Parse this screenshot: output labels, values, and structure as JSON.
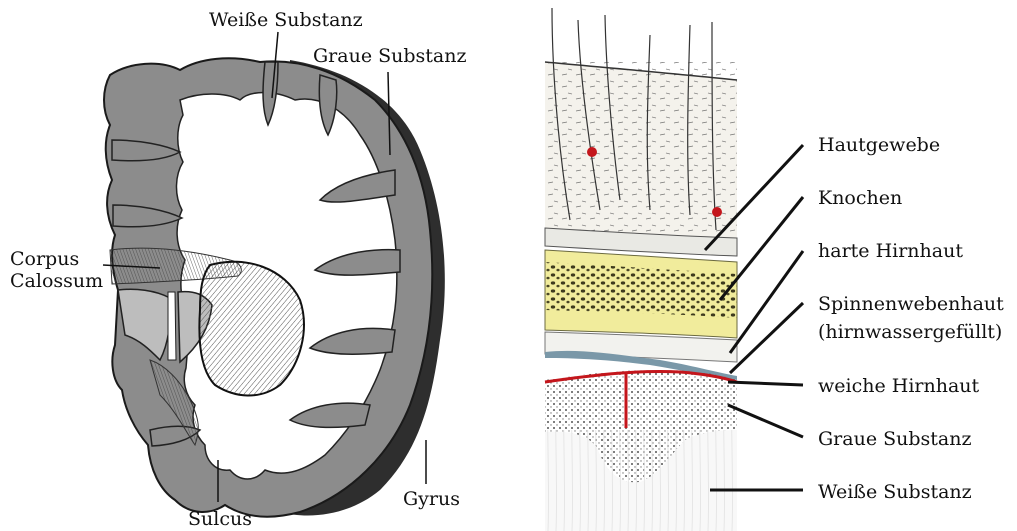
{
  "left_figure": {
    "labels": {
      "white_matter": "Weiße Substanz",
      "gray_matter": "Graue Substanz",
      "corpus_line1": "Corpus",
      "corpus_line2": "Calossum",
      "gyrus": "Gyrus",
      "sulcus": "Sulcus"
    }
  },
  "right_figure": {
    "labels": {
      "skin": "Hautgewebe",
      "bone": "Knochen",
      "dura": "harte Hirnhaut",
      "arachnoid_line1": "Spinnenwebenhaut",
      "arachnoid_line2": "(hirnwassergefüllt)",
      "pia": "weiche Hirnhaut",
      "gray": "Graue Substanz",
      "white": "Weiße Substanz"
    }
  },
  "colors": {
    "gray_matter": "#8c8c8c",
    "gray_matter_dark": "#3a3a3a",
    "white_matter": "#ffffff",
    "bone_yellow": "#f1ec9c",
    "pia_red": "#c4161c",
    "dura_blue": "#7a98a8"
  }
}
